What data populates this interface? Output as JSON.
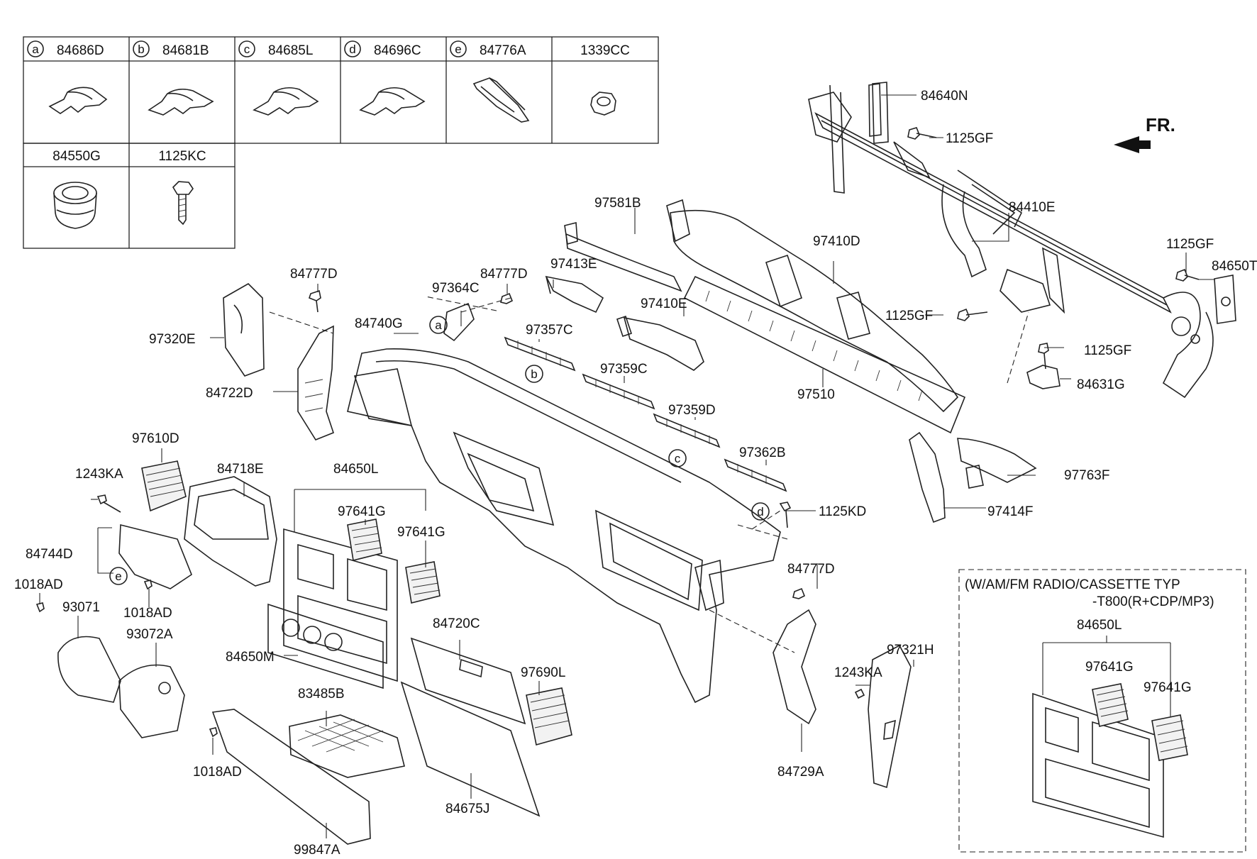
{
  "legend_table": {
    "row1": [
      {
        "letter": "a",
        "part": "84686D"
      },
      {
        "letter": "b",
        "part": "84681B"
      },
      {
        "letter": "c",
        "part": "84685L"
      },
      {
        "letter": "d",
        "part": "84696C"
      },
      {
        "letter": "e",
        "part": "84776A"
      },
      {
        "letter": "",
        "part": "1339CC"
      }
    ],
    "row2": [
      {
        "letter": "",
        "part": "84550G"
      },
      {
        "letter": "",
        "part": "1125KC"
      }
    ]
  },
  "orientation": {
    "label": "FR."
  },
  "callouts": {
    "c84640N": "84640N",
    "c1125GF_a": "1125GF",
    "c97581B": "97581B",
    "c84410E": "84410E",
    "c1125GF_b": "1125GF",
    "c84650T": "84650T",
    "c97410D": "97410D",
    "c84777D_a": "84777D",
    "c84777D_b": "84777D",
    "c97413E": "97413E",
    "c97364C": "97364C",
    "c97410E": "97410E",
    "c1125GF_c": "1125GF",
    "c84740G": "84740G",
    "c97320E": "97320E",
    "c97357C": "97357C",
    "c1125GF_d": "1125GF",
    "c84631G": "84631G",
    "c97359C": "97359C",
    "c97510": "97510",
    "c84722D": "84722D",
    "c97359D": "97359D",
    "c97610D": "97610D",
    "c97362B": "97362B",
    "c97763F": "97763F",
    "c84718E": "84718E",
    "c84650L": "84650L",
    "c1243KA_a": "1243KA",
    "c97641G_a": "97641G",
    "c1125KD": "1125KD",
    "c97414F": "97414F",
    "c97641G_b": "97641G",
    "c84744D": "84744D",
    "c1018AD_a": "1018AD",
    "c84777D_c": "84777D",
    "c93071": "93071",
    "c1018AD_b": "1018AD",
    "c93072A": "93072A",
    "c84720C": "84720C",
    "c84650M": "84650M",
    "c97690L": "97690L",
    "c1243KA_b": "1243KA",
    "c97321H": "97321H",
    "c83485B": "83485B",
    "c1018AD_c": "1018AD",
    "c84729A": "84729A",
    "c84675J": "84675J",
    "c99847A": "99847A"
  },
  "circle_refs": {
    "a": "a",
    "b": "b",
    "c": "c",
    "d": "d",
    "e": "e"
  },
  "inset": {
    "title_line1": "(W/AM/FM RADIO/CASSETTE TYP",
    "title_line2": "-T800(R+CDP/MP3)",
    "c84650L": "84650L",
    "c97641G_a": "97641G",
    "c97641G_b": "97641G"
  }
}
